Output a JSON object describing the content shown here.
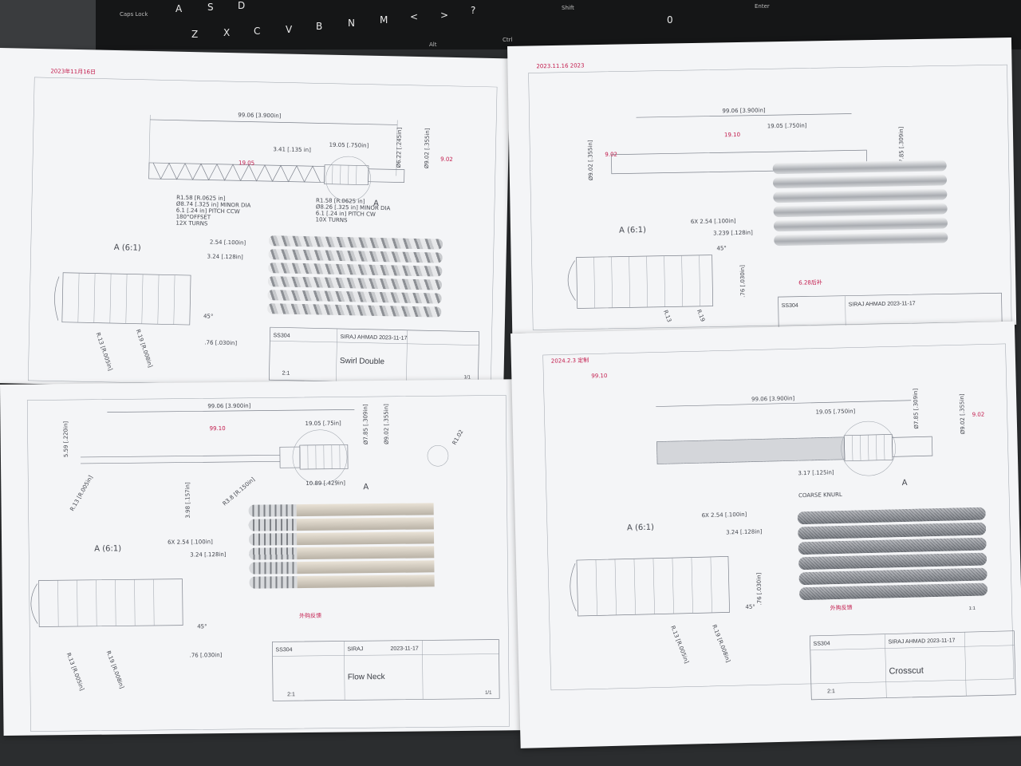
{
  "keyboard": {
    "keys": [
      "A",
      "S",
      "D",
      "Z",
      "X",
      "C",
      "V",
      "B",
      "N",
      "M",
      "<",
      ">",
      "?",
      "Shift",
      "Caps Lock",
      "Alt",
      "Ctrl",
      "Enter",
      "0"
    ]
  },
  "sheet_tl": {
    "date_note": "2023年11月16日",
    "overall": "99.06 [3.900in]",
    "grip": "19.05 [.750in]",
    "offset": "3.41 [.135 in]",
    "dia1": "Ø6.22 [.245in]",
    "dia2": "Ø9.02 [.355in]",
    "thread_note_1": "R1.58 [R.0625 in]",
    "thread_note_2": "Ø8.74 [.325 in] MINOR DIA",
    "thread_note_3": "6.1 [.24 in] PITCH CCW",
    "thread_note_4": "180°OFFSET",
    "thread_note_5": "12X TURNS",
    "thread_note_6": "R1.58 [R.0625 in]",
    "thread_note_7": "Ø8.26 [.325 in] MINOR DIA",
    "thread_note_8": "6.1 [.24 in] PITCH CW",
    "thread_note_9": "10X TURNS",
    "detail_label": "A (6:1)",
    "detail_dim1": "2.54 [.100in]",
    "detail_dim2": "3.24 [.128in]",
    "detail_angle": "45°",
    "detail_dim3": ".76 [.030in]",
    "detail_r1": "R.13 [R.005in]",
    "detail_r2": "R.19 [R.008in]",
    "section": "A",
    "material": "SS304",
    "author": "SIRAJ AHMAD 2023-11-17",
    "title": "Swirl Double",
    "scale": "2:1",
    "sheet_no": "1/1"
  },
  "sheet_tr": {
    "date_note": "2023.11.16 2023",
    "overall": "99.06 [3.900in]",
    "grip": "19.05 [.750in]",
    "dia1": "Ø9.02 [.355in]",
    "dia2": "Ø7.85 [.309in]",
    "detail_label": "A (6:1)",
    "detail_dim1": "6X 2.54 [.100in]",
    "detail_dim2": "3.239 [.128in]",
    "detail_angle": "45°",
    "detail_dim3": ".76 [.030in]",
    "detail_r1": "R.13",
    "detail_r2": "R.19",
    "material": "SS304",
    "author": "SIRAJ AHMAD 2023-11-17",
    "red_note": "6.28后补"
  },
  "sheet_bl": {
    "overall": "99.06 [3.900in]",
    "grip": "19.05 [.75in]",
    "dia1": "Ø7.85 [.309in]",
    "dia2": "Ø9.02 [.355in]",
    "neck": "5.59 [.220in]",
    "r1": "R.13 [R.005in]",
    "r2": "R3.8 [R.150in]",
    "r3": "R1.02",
    "len1": "3.98 [.157in]",
    "len2": "10.89 [.429in]",
    "detail_label": "A (6:1)",
    "detail_dim1": "6X 2.54 [.100in]",
    "detail_dim2": "3.24 [.128in]",
    "detail_angle": "45°",
    "detail_dim3": ".76 [.030in]",
    "detail_r1": "R.13 [R.005in]",
    "detail_r2": "R.19 [R.008in]",
    "section": "A",
    "material": "SS304",
    "author": "SIRAJ",
    "date": "2023-11-17",
    "title": "Flow Neck",
    "scale": "2:1",
    "sheet_no": "1/1",
    "red_note": "外购反馈"
  },
  "sheet_br": {
    "date_note": "2024.2.3 定制",
    "overall": "99.06 [3.900in]",
    "grip": "19.05 [.750in]",
    "dia1": "Ø7.85 [.309in]",
    "dia2": "Ø9.02 [.355in]",
    "knurl_len": "3.17 [.125in]",
    "knurl": "COARSE KNURL",
    "section": "A",
    "detail_label": "A (6:1)",
    "detail_dim1": "6X 2.54 [.100in]",
    "detail_dim2": "3.24 [.128in]",
    "detail_angle": "45°",
    "detail_dim3": ".76 [.030in]",
    "detail_r1": "R.13 [R.005in]",
    "detail_r2": "R.19 [R.008in]",
    "material": "SS304",
    "author": "SIRAJ AHMAD 2023-11-17",
    "title": "Crosscut",
    "scale": "2:1",
    "sheet_no": "1:1",
    "red_note": "外购反馈"
  },
  "colors": {
    "paper": "#f4f5f7",
    "ink": "#44474f",
    "red_ink": "#c2184a",
    "steel": "#b9bcc0",
    "keyboard": "#151617"
  }
}
